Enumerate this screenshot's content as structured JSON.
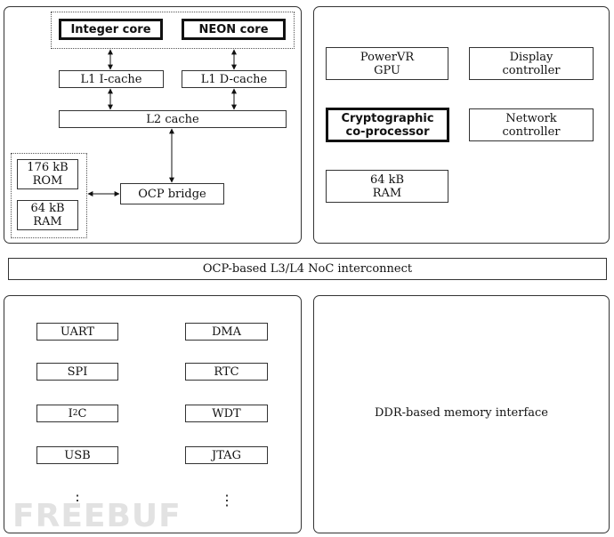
{
  "cpu": {
    "integer_core": "Integer core",
    "neon_core": "NEON core",
    "l1_icache": "L1 I-cache",
    "l1_dcache": "L1 D-cache",
    "l2_cache": "L2 cache",
    "rom": "176 kB\nROM",
    "ram": "64 kB\nRAM",
    "ocp_bridge": "OCP bridge"
  },
  "peripherals_top": {
    "powervr_gpu": "PowerVR\nGPU",
    "display_controller": "Display\ncontroller",
    "crypto_coprocessor": "Cryptographic\nco-processor",
    "network_controller": "Network\ncontroller",
    "ram": "64 kB\nRAM"
  },
  "interconnect": "OCP-based L3/L4 NoC interconnect",
  "io": {
    "left": [
      "UART",
      "SPI",
      "I",
      "USB"
    ],
    "i2c_sup": "2",
    "i2c_suffix": "C",
    "right": [
      "DMA",
      "RTC",
      "WDT",
      "JTAG"
    ],
    "ellipsis": "⋮"
  },
  "memory_interface": "DDR-based memory interface",
  "watermark": "FREEBUF"
}
